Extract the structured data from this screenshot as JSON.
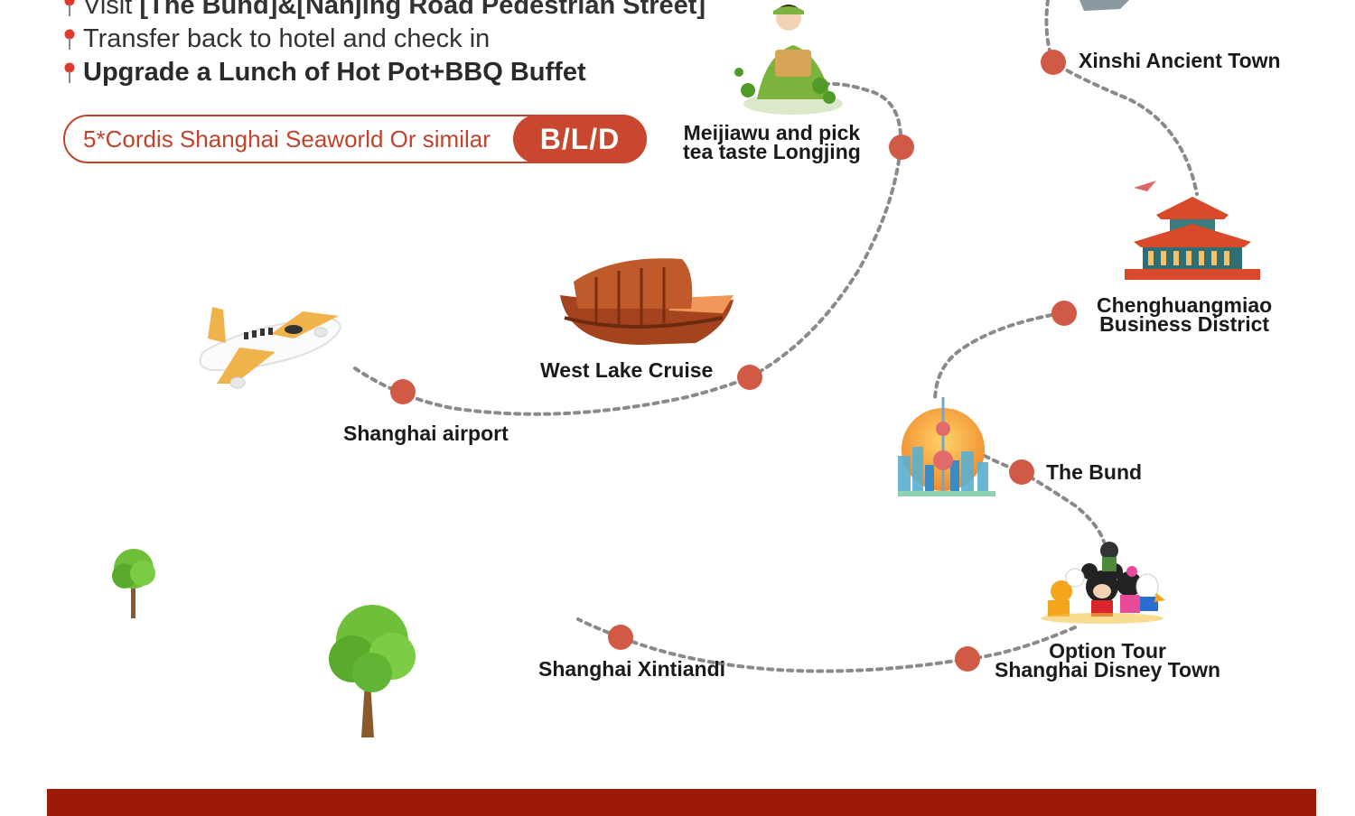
{
  "itinerary": {
    "items": [
      {
        "prefix": "Visit ",
        "highlight": "[The Bund]&[Nanjing Road Pedestrian Street]"
      },
      {
        "text": "Transfer back to hotel and check in"
      },
      {
        "text": "Upgrade a Lunch of Hot Pot+BBQ Buffet"
      }
    ]
  },
  "hotel": {
    "name": "5*Cordis Shanghai Seaworld Or similar",
    "meals": "B/L/D"
  },
  "stops": {
    "shanghai_airport": "Shanghai airport",
    "west_lake_cruise": "West Lake Cruise",
    "meijiawu_line1": "Meijiawu and pick",
    "meijiawu_line2": "tea taste Longjing",
    "xinshi": "Xinshi Ancient Town",
    "chenghuangmiao_line1": "Chenghuangmiao",
    "chenghuangmiao_line2": "Business District",
    "the_bund": "The Bund",
    "disney_line1": "Option Tour",
    "disney_line2": "Shanghai Disney Town",
    "xintiandi": "Shanghai Xintiandi"
  },
  "colors": {
    "accent": "#c8472e",
    "dot": "#d05a45",
    "route": "#8a8a8a",
    "footer": "#9e1a08"
  }
}
